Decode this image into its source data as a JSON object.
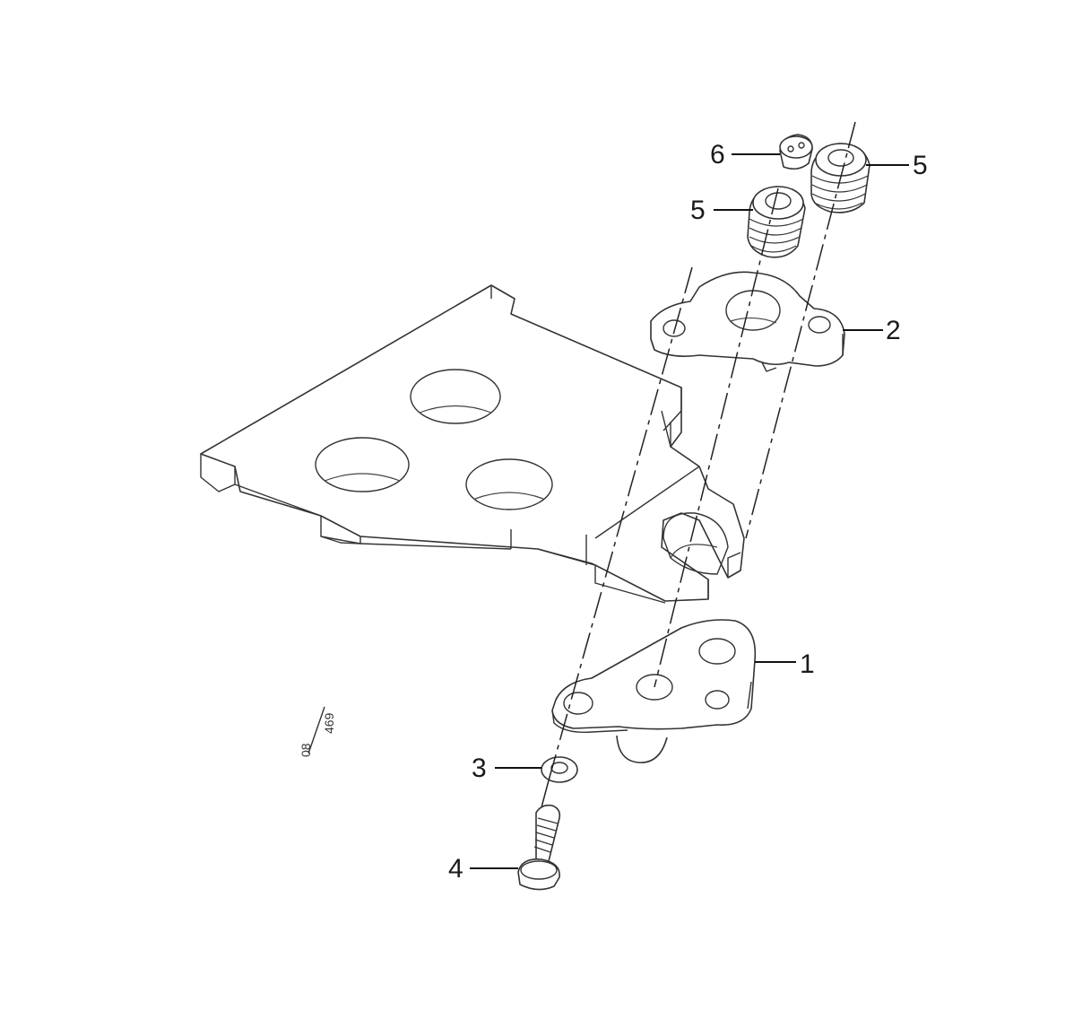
{
  "callouts": [
    {
      "id": "c1",
      "label": "1"
    },
    {
      "id": "c2",
      "label": "2"
    },
    {
      "id": "c3",
      "label": "3"
    },
    {
      "id": "c4",
      "label": "4"
    },
    {
      "id": "c5a",
      "label": "5"
    },
    {
      "id": "c5b",
      "label": "5"
    },
    {
      "id": "c6",
      "label": "6"
    }
  ],
  "drawing_ref": {
    "top": "08",
    "bottom": "469"
  }
}
